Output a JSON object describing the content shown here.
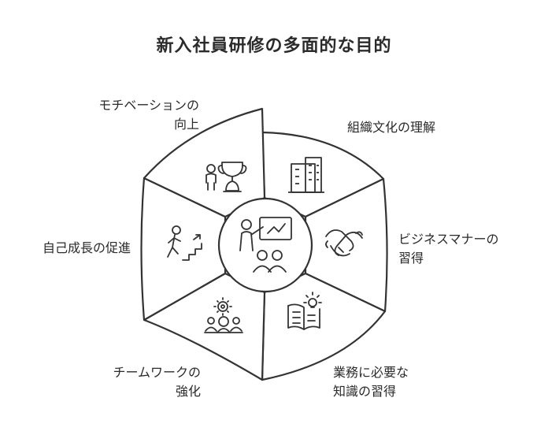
{
  "title": "新入社員研修の多面的な目的",
  "colors": {
    "segment_fill": "#ffffff",
    "stroke": "#333333",
    "icon": "#333333"
  },
  "center": {
    "icon": "presenter-teaching-group-icon"
  },
  "segments": [
    {
      "lines": [
        "組織文化の理解"
      ],
      "icon": "office-building-icon"
    },
    {
      "lines": [
        "ビジネスマナーの",
        "習得"
      ],
      "icon": "handshake-icon"
    },
    {
      "lines": [
        "業務に必要な",
        "知識の習得"
      ],
      "icon": "book-lightbulb-icon"
    },
    {
      "lines": [
        "チームワークの",
        "強化"
      ],
      "icon": "team-gear-icon"
    },
    {
      "lines": [
        "自己成長の促進"
      ],
      "icon": "person-climbing-stairs-icon"
    },
    {
      "lines": [
        "モチベーションの",
        "向上"
      ],
      "icon": "trophy-person-icon"
    }
  ]
}
